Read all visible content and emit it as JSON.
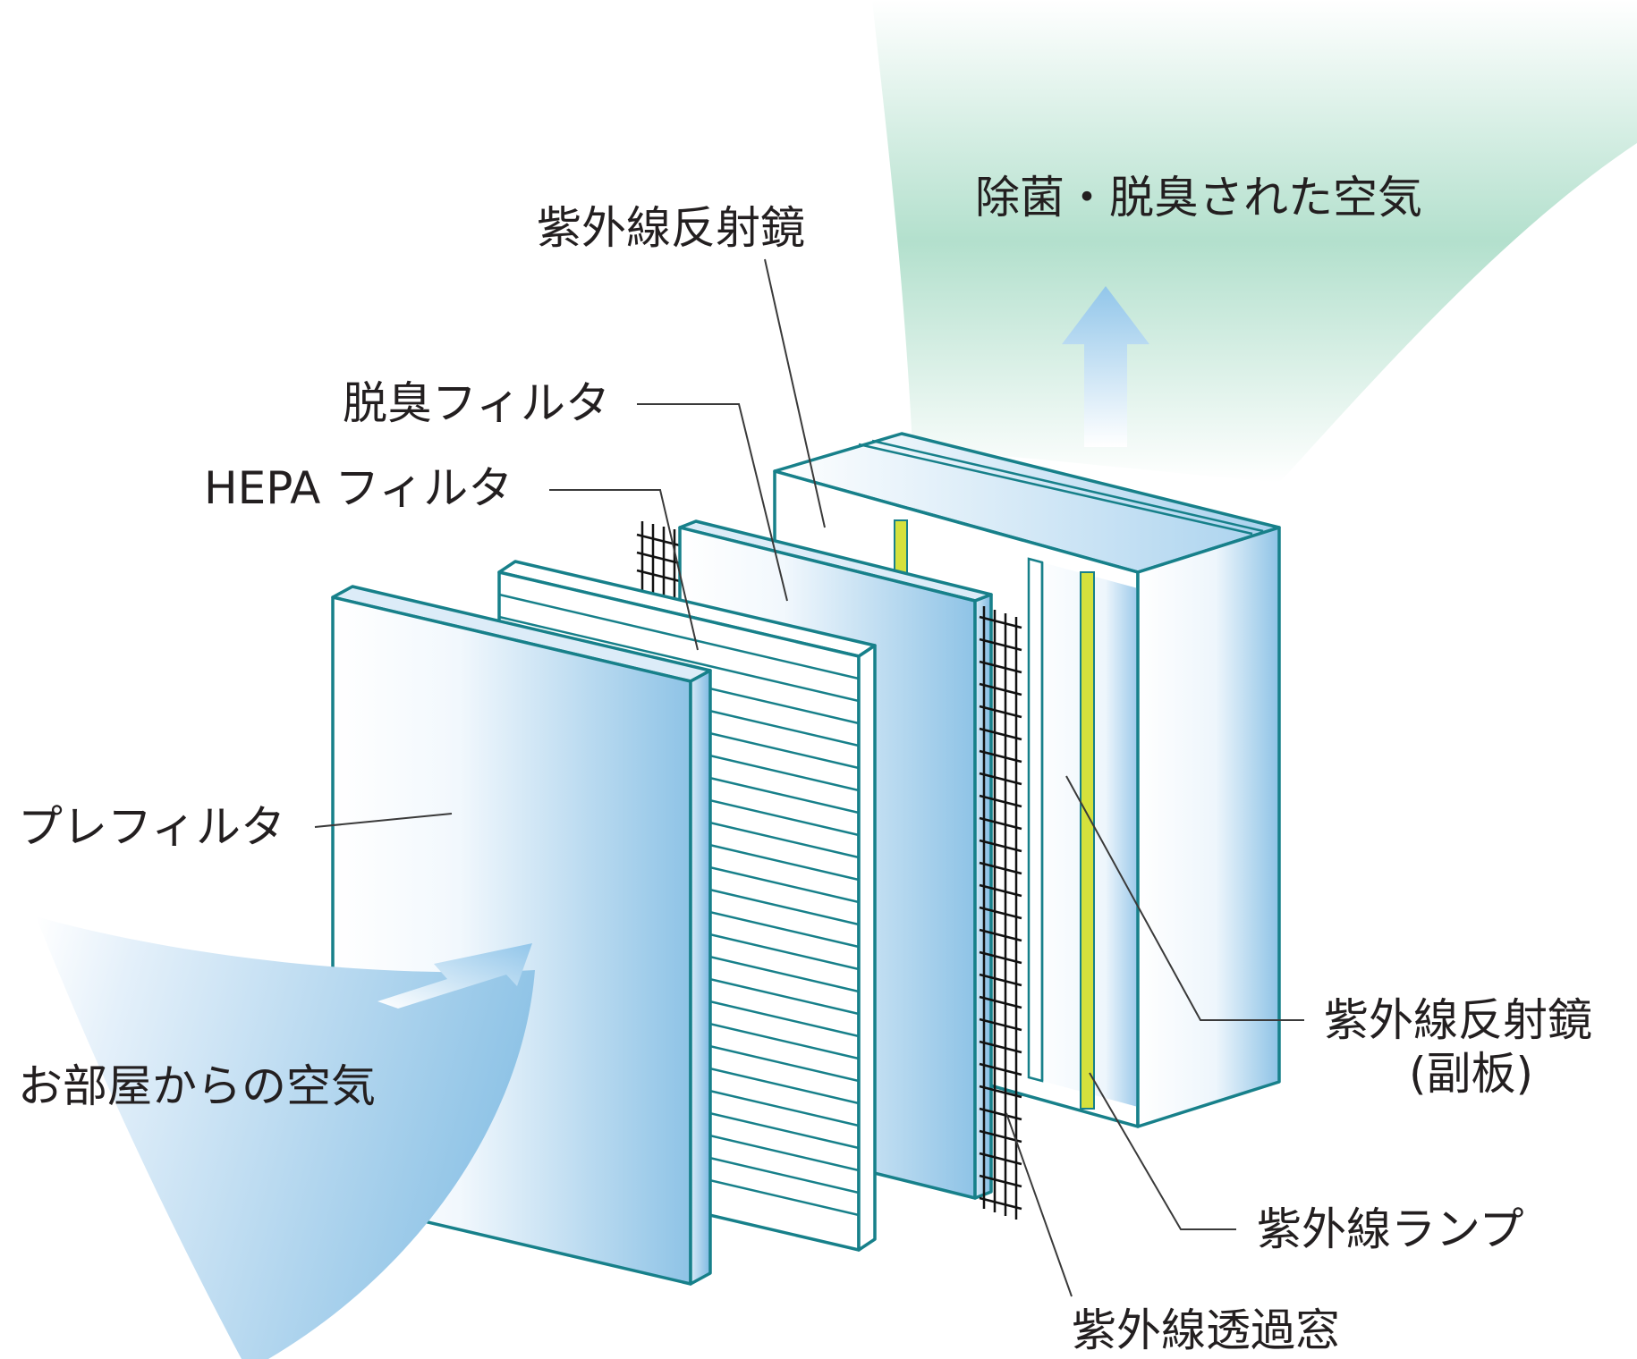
{
  "labels": {
    "uv_reflector_top": "紫外線反射鏡",
    "deodorizing_filter": "脱臭フィルタ",
    "hepa_filter": "HEPA フィルタ",
    "pre_filter": "プレフィルタ",
    "room_air": "お部屋からの空気",
    "clean_air": "除菌・脱臭された空気",
    "uv_reflector_sub_line1": "紫外線反射鏡",
    "uv_reflector_sub_line2": "(副板)",
    "uv_lamp": "紫外線ランプ",
    "uv_window": "紫外線透過窓"
  },
  "colors": {
    "frame_edge": "#17808a",
    "panel_blue": "#8ec3e6",
    "clean_air_green": "#a8dcc6",
    "lamp_yellow": "#d5e13c",
    "leader_line": "#3a3a3a",
    "text": "#231f20"
  }
}
